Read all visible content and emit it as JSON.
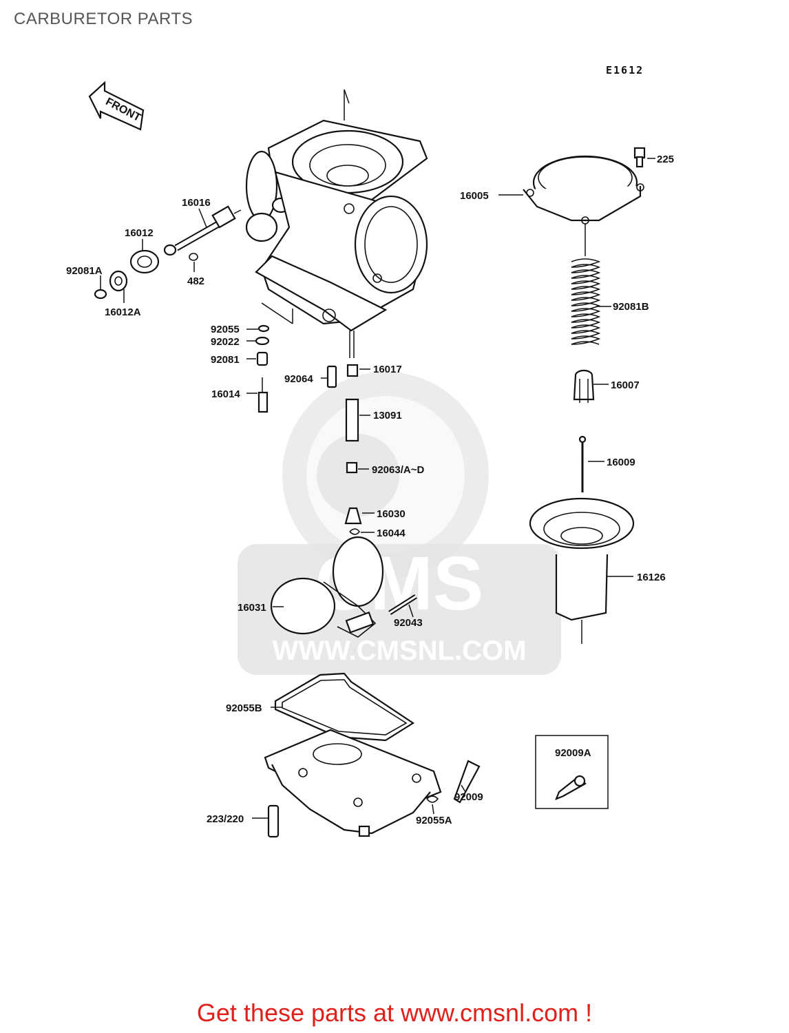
{
  "page": {
    "title": "CARBURETOR PARTS"
  },
  "diagram": {
    "code": "E1612",
    "front_label": "FRONT",
    "watermark": {
      "brand": "CMS",
      "url": "WWW.CMSNL.COM"
    },
    "part_labels": {
      "p225": "225",
      "p16005": "16005",
      "p16016": "16016",
      "p16012": "16012",
      "p92081A": "92081A",
      "p16012A": "16012A",
      "p482": "482",
      "p92081B": "92081B",
      "p92055": "92055",
      "p92022": "92022",
      "p92081": "92081",
      "p16014": "16014",
      "p92064": "92064",
      "p16017": "16017",
      "p16007": "16007",
      "p13091": "13091",
      "p16009": "16009",
      "p92063": "92063/A~D",
      "p16030": "16030",
      "p16044": "16044",
      "p16126": "16126",
      "p16031": "16031",
      "p92043": "92043",
      "p92055B": "92055B",
      "p92009A": "92009A",
      "p92009": "92009",
      "p223": "223/220",
      "p92055A": "92055A"
    }
  },
  "footer": {
    "text": "Get these parts at www.cmsnl.com !"
  }
}
